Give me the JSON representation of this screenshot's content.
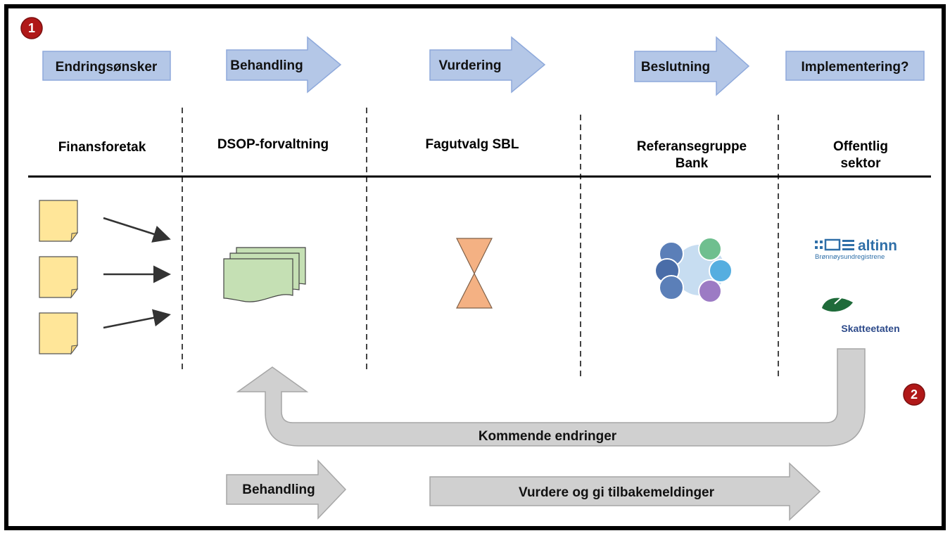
{
  "badges": [
    "1",
    "2"
  ],
  "stages": [
    "Endringsønsker",
    "Behandling",
    "Vurdering",
    "Beslutning",
    "Implementering?"
  ],
  "columns": [
    {
      "lines": [
        "Finansforetak"
      ]
    },
    {
      "lines": [
        "DSOP-forvaltning"
      ]
    },
    {
      "lines": [
        "Fagutvalg SBL"
      ]
    },
    {
      "lines": [
        "Referansegruppe",
        "Bank"
      ]
    },
    {
      "lines": [
        "Offentlig",
        "sektor"
      ]
    }
  ],
  "logos": {
    "altinn_word": "altinn",
    "altinn_sub": "Brønnøysundregistrene",
    "skatteetaten_word": "Skatteetaten"
  },
  "feedback": {
    "label": "Kommende endringer",
    "behandling": "Behandling",
    "vurdere": "Vurdere og gi tilbakemeldinger"
  },
  "colors": {
    "stage_fill": "#b4c7e7",
    "stage_stroke": "#8ea9db",
    "badge": "#b01818",
    "note": "#ffe699",
    "doc": "#c5e0b4",
    "hourglass": "#f4b183",
    "grey_arrow": "#d0d0d0",
    "grey_stroke": "#a6a6a6"
  }
}
